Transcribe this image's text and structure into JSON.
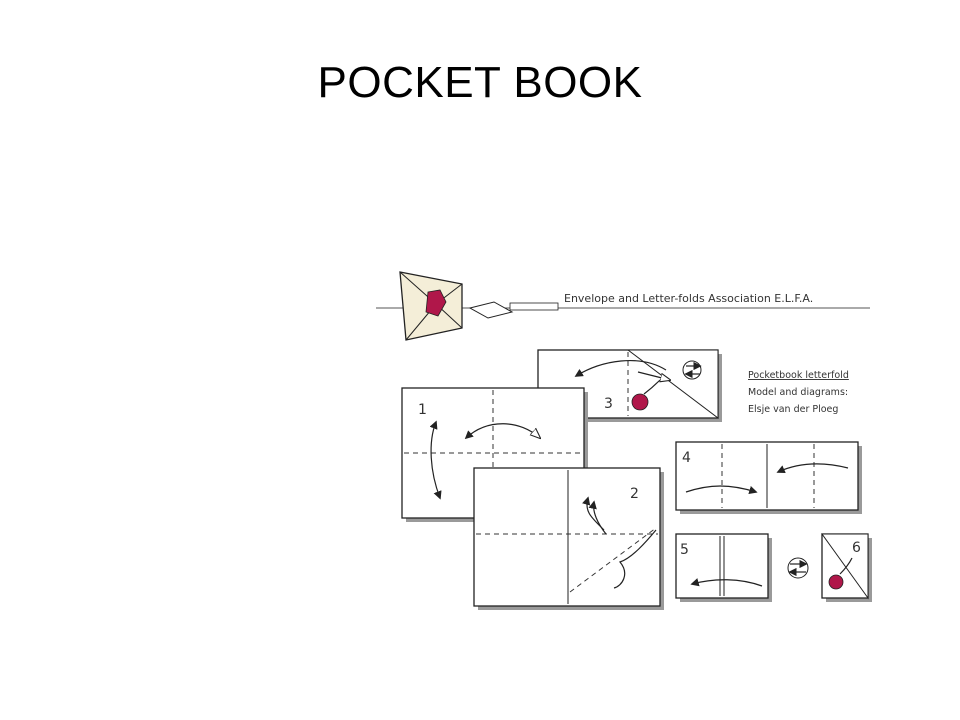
{
  "slide": {
    "title": "POCKET BOOK"
  },
  "diagram": {
    "header": "Envelope and Letter-folds Association E.L.F.A.",
    "credits": [
      "Pocketbook letterfold",
      "Model and diagrams:",
      "Elsje van der Ploeg"
    ],
    "steps": [
      "1",
      "2",
      "3",
      "4",
      "5",
      "6"
    ]
  }
}
